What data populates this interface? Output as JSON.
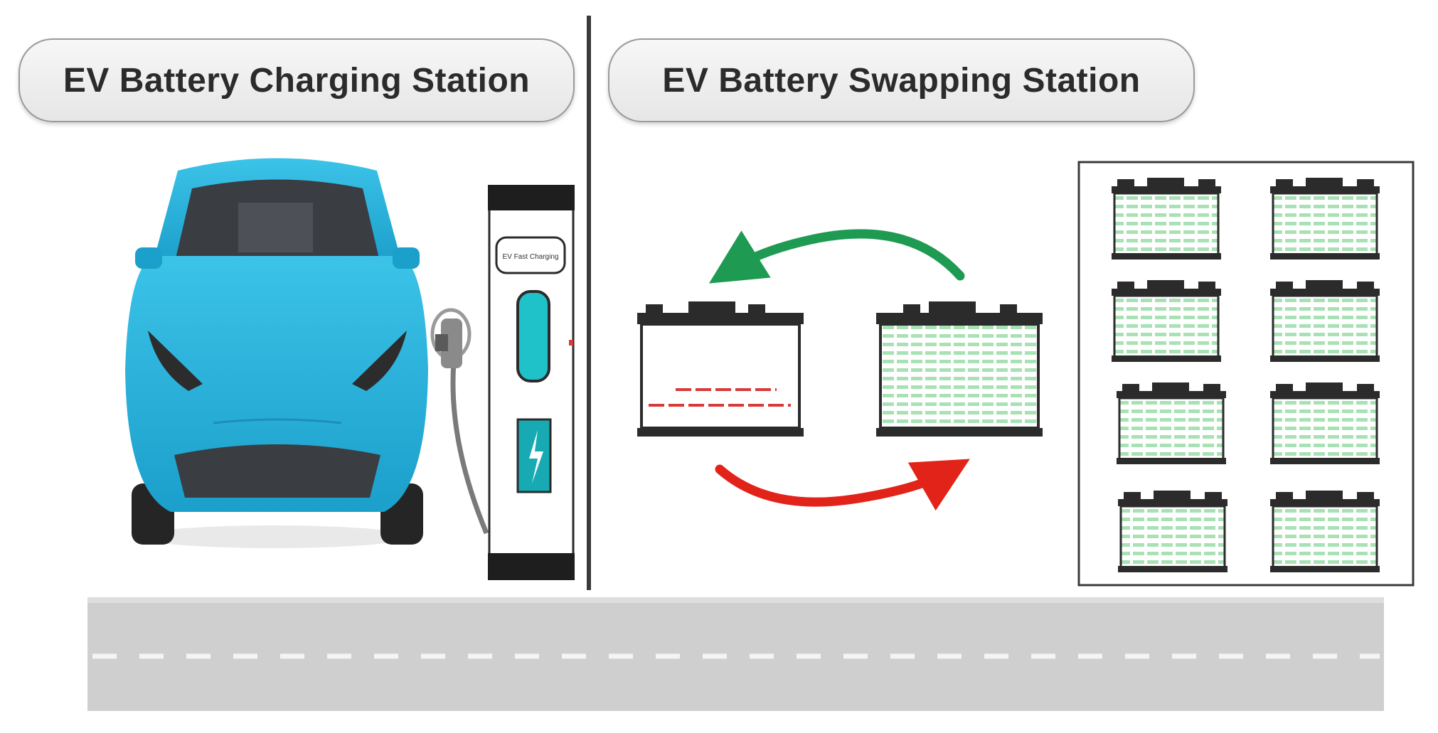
{
  "left_panel": {
    "title": "EV Battery Charging Station",
    "charger_label": "EV Fast Charging"
  },
  "right_panel": {
    "title": "EV Battery Swapping Station"
  },
  "colors": {
    "car": "#22aed6",
    "charged_battery_cells": "#a7e1b4",
    "depleted_battery_cells": "#d83a3a",
    "arrow_to_vehicle": "#1f9a52",
    "arrow_to_storage": "#e2231a",
    "road": "#cfcfcf"
  }
}
